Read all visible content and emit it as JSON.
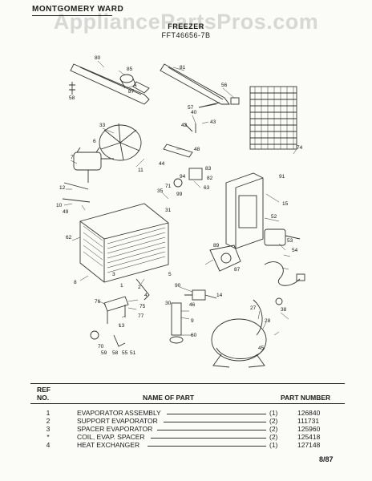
{
  "watermark": "AppliancePartsPros.com",
  "header": {
    "brand": "MONTGOMERY WARD",
    "title": "FREEZER",
    "model": "FFT46656-7B"
  },
  "callouts": {
    "c80": "80",
    "c85": "85",
    "c87": "87",
    "c81": "81",
    "c58": "58",
    "c56": "56",
    "c57": "57",
    "c40": "40",
    "c42": "42",
    "c43": "43",
    "c33": "33",
    "c6": "6",
    "c11": "11",
    "c7": "7",
    "c48": "48",
    "c44": "44",
    "c74": "74",
    "c12": "12",
    "c10": "10",
    "c35": "35",
    "c63": "63",
    "c99": "99",
    "c91": "91",
    "c15": "15",
    "c49": "49",
    "c62": "62",
    "c31": "31",
    "c1": "1",
    "c52": "52",
    "c53": "53",
    "c54": "54",
    "c8": "8",
    "c5": "5",
    "c2": "2",
    "c3": "3",
    "c89": "89",
    "c87b": "87",
    "c4": "4",
    "c75": "75",
    "c76": "76",
    "c77": "77",
    "c13": "13",
    "c70": "70",
    "c28": "28",
    "c9": "9",
    "c46": "46",
    "c60": "60",
    "c30": "30",
    "c90": "90",
    "c45": "45",
    "c14": "14",
    "c27": "27",
    "c94": "94",
    "c71": "71",
    "c82": "82",
    "c83": "83",
    "c38": "38",
    "c55": "55",
    "c59": "59",
    "c51": "51"
  },
  "table": {
    "ref_header_1": "REF",
    "ref_header_2": "NO.",
    "name_header": "NAME OF PART",
    "pn_header": "PART NUMBER",
    "rows": [
      {
        "ref": "1",
        "name": "EVAPORATOR ASSEMBLY",
        "qty": "(1)",
        "pn": "126840"
      },
      {
        "ref": "2",
        "name": "SUPPORT EVAPORATOR",
        "qty": "(2)",
        "pn": "111731"
      },
      {
        "ref": "3",
        "name": "SPACER EVAPORATOR",
        "qty": "(2)",
        "pn": "125960"
      },
      {
        "ref": "*",
        "name": "COIL, EVAP. SPACER",
        "qty": "(2)",
        "pn": "125418"
      },
      {
        "ref": "4",
        "name": "HEAT EXCHANGER",
        "qty": "(1)",
        "pn": "127148"
      }
    ]
  },
  "footer": {
    "page_code": "8/87"
  }
}
